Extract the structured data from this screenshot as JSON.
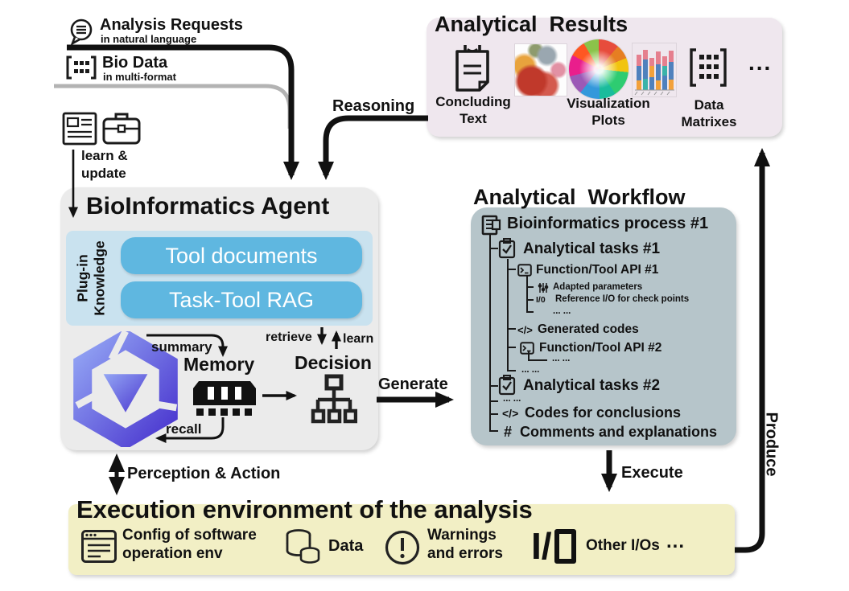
{
  "inputs": {
    "analysis_requests": {
      "title": "Analysis Requests",
      "subtitle": "in natural language"
    },
    "bio_data": {
      "title": "Bio Data",
      "subtitle": "in multi-format"
    },
    "learn_update_line1": "learn &",
    "learn_update_line2": "update"
  },
  "agent": {
    "title": "BioInformatics Agent",
    "plugin_line1": "Plug-in",
    "plugin_line2": "Knowledge",
    "tool_documents": "Tool documents",
    "task_tool_rag": "Task-Tool RAG",
    "summary": "summary",
    "memory": "Memory",
    "recall": "recall",
    "retrieve": "retrieve",
    "learn": "learn",
    "decision": "Decision"
  },
  "results": {
    "title": "Analytical  Results",
    "concluding_line1": "Concluding",
    "concluding_line2": "Text",
    "visualization_line1": "Visualization",
    "visualization_line2": "Plots",
    "matrix_line1": "Data",
    "matrix_line2": "Matrixes",
    "ellipsis": "..."
  },
  "workflow": {
    "title": "Analytical  Workflow",
    "rows": {
      "process": "Bioinformatics process #1",
      "tasks1": "Analytical tasks #1",
      "api1": "Function/Tool API #1",
      "params": "Adapted parameters",
      "refio": "Reference I/O for check points",
      "dots_a": "... ...",
      "generated": "Generated codes",
      "api2": "Function/Tool API #2",
      "dots_b": "... ...",
      "dots_c": "... ...",
      "tasks2": "Analytical tasks #2",
      "dots_d": "... ...",
      "conclusions": "Codes for conclusions",
      "comments": "Comments and explanations"
    }
  },
  "execution": {
    "title": "Execution environment of the analysis",
    "config_line1": "Config of software",
    "config_line2": "operation env",
    "data_label": "Data",
    "warnings_line1": "Warnings",
    "warnings_line2": "and errors",
    "other_io": "Other I/Os",
    "ellipsis": "..."
  },
  "edges": {
    "reasoning": "Reasoning",
    "generate": "Generate",
    "execute": "Execute",
    "produce": "Produce",
    "perception": "Perception & Action"
  },
  "glyphs": {
    "code_icon": "</>",
    "hash_icon": "#",
    "io_small_icon": "I/0",
    "io_big_icon": "I/"
  },
  "colors": {
    "agent_box": "#ebebeb",
    "plugin_panel": "#c9e2ef",
    "plugin_button": "#5fb7e0",
    "workflow_box": "#b6c5ca",
    "results_box": "#efe7ee",
    "execution_box": "#f2efc5",
    "arrow": "#111111",
    "biodata_line": "#b3b3b3",
    "logo_gradient_start": "#93a5f4",
    "logo_gradient_end": "#4a36cf"
  }
}
